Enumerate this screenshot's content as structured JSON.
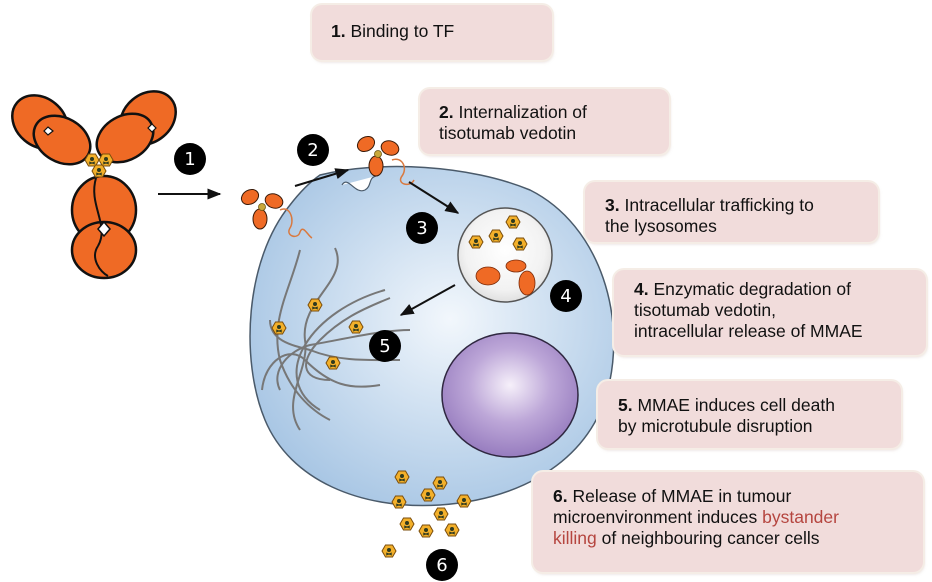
{
  "title": "Tisotumab vedotin mechanism of action",
  "colors": {
    "box_background": "#f1dcdb",
    "highlight_text": "#b5453f",
    "antibody": "#ef6a25",
    "cell": "#b9d4ec",
    "nucleus": "#a58cc6",
    "step_marker": "#000000"
  },
  "steps": [
    {
      "number": "1.",
      "lines": [
        "Binding to TF"
      ]
    },
    {
      "number": "2.",
      "lines": [
        "Internalization of",
        "tisotumab vedotin"
      ]
    },
    {
      "number": "3.",
      "lines": [
        "Intracellular trafficking to",
        "the lysosomes"
      ]
    },
    {
      "number": "4.",
      "lines": [
        "Enzymatic degradation of",
        "tisotumab vedotin,",
        "intracellular release of MMAE"
      ]
    },
    {
      "number": "5.",
      "lines": [
        "MMAE induces cell death",
        "by microtubule disruption"
      ]
    },
    {
      "number": "6.",
      "line1": "Release of MMAE in tumour",
      "line2_pre": "microenvironment induces ",
      "line2_highlight": "bystander",
      "line3_highlight": "killing",
      "line3_post": " of neighbouring cancer cells"
    }
  ],
  "markers": [
    "1",
    "2",
    "3",
    "4",
    "5",
    "6"
  ],
  "icons": {
    "antibody": "antibody-adc-icon",
    "payload": "mmae-payload-icon",
    "cell": "tumour-cell-icon",
    "lysosome": "lysosome-icon",
    "nucleus": "nucleus-icon",
    "microtubule": "microtubule-icon"
  }
}
